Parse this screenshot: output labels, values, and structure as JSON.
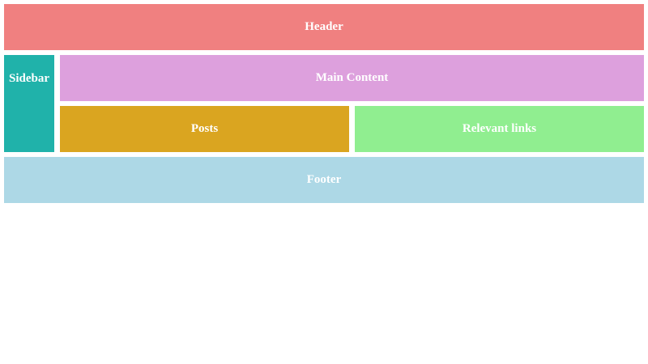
{
  "layout": {
    "header": {
      "label": "Header",
      "color": "#f08080"
    },
    "sidebar": {
      "label": "Sidebar",
      "color": "#20b2aa"
    },
    "main": {
      "label": "Main Content",
      "color": "#dda0dd"
    },
    "posts": {
      "label": "Posts",
      "color": "#daa520"
    },
    "links": {
      "label": "Relevant links",
      "color": "#90ee90"
    },
    "footer": {
      "label": "Footer",
      "color": "#add8e6"
    }
  }
}
